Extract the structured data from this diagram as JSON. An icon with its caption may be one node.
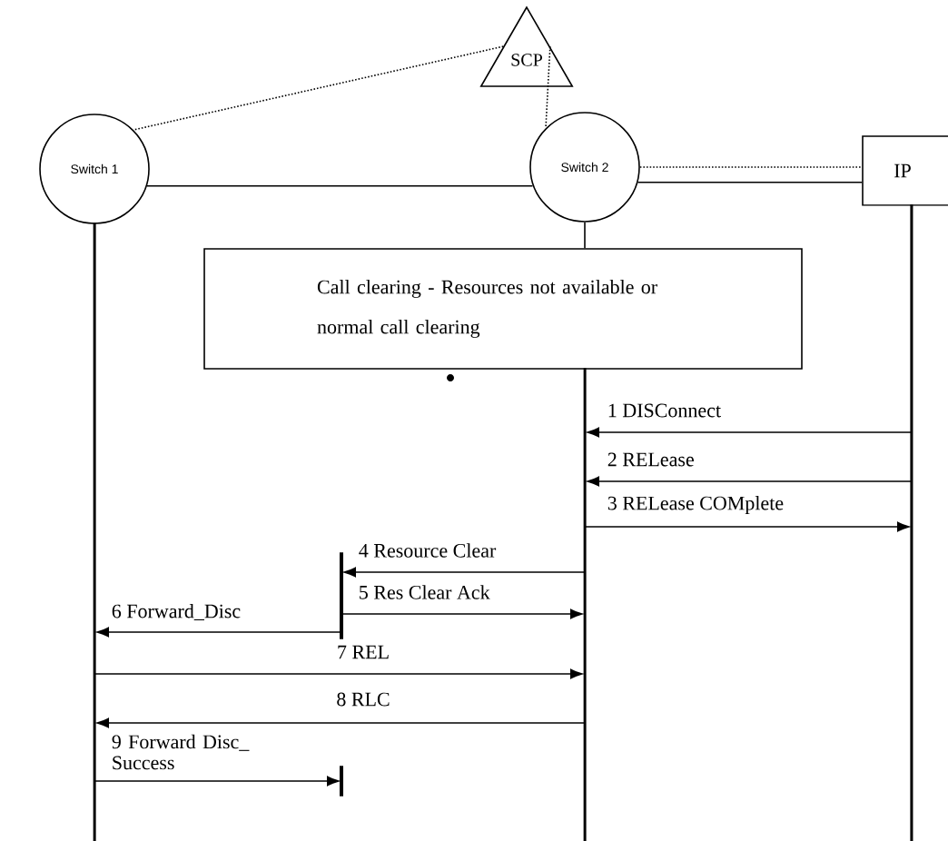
{
  "diagram": {
    "nodes": [
      {
        "text": [
          "SCP"
        ]
      },
      {
        "text": [
          "Switch 1"
        ]
      },
      {
        "text": [
          "Switch 2"
        ]
      },
      {
        "text": [
          "IP"
        ]
      },
      {
        "text": [
          "Call clearing - Resources not available or normal call clearing"
        ]
      },
      {
        "text": [],
        "shape": "bar"
      },
      {
        "text": [],
        "shape": "bar"
      },
      {
        "text": [],
        "shape": "line"
      },
      {
        "text": [],
        "shape": "line"
      },
      {
        "text": [],
        "shape": "line"
      }
    ],
    "edges": [
      {
        "from": 0,
        "to": 1,
        "arrow": "none",
        "style": "dashed"
      },
      {
        "from": 0,
        "to": 2,
        "arrow": "none",
        "style": "dashed"
      },
      {
        "from": 1,
        "to": 2,
        "arrow": "none"
      },
      {
        "from": 2,
        "to": 3,
        "arrow": "none"
      },
      {
        "from": 2,
        "to": 3,
        "arrow": "none",
        "style": "dashed"
      },
      {
        "from": 2,
        "to": 4,
        "arrow": "none"
      },
      {
        "from": 9,
        "to": 8,
        "arrow": "to",
        "label": "1 DISConnect"
      },
      {
        "from": 9,
        "to": 8,
        "arrow": "to",
        "label": "2 RELease"
      },
      {
        "from": 8,
        "to": 9,
        "arrow": "to",
        "label": "3 RELease COMplete"
      },
      {
        "from": 8,
        "to": 5,
        "arrow": "to",
        "label": "4 Resource Clear"
      },
      {
        "from": 5,
        "to": 8,
        "arrow": "to",
        "label": "5 Res Clear Ack"
      },
      {
        "from": 5,
        "to": 7,
        "arrow": "to",
        "label": "6 Forward_Disc"
      },
      {
        "from": 7,
        "to": 8,
        "arrow": "to",
        "label": "7 REL"
      },
      {
        "from": 8,
        "to": 7,
        "arrow": "to",
        "label": "8 RLC"
      },
      {
        "from": 7,
        "to": 6,
        "arrow": "to",
        "label": "9 Forward Disc_ Success"
      }
    ]
  }
}
